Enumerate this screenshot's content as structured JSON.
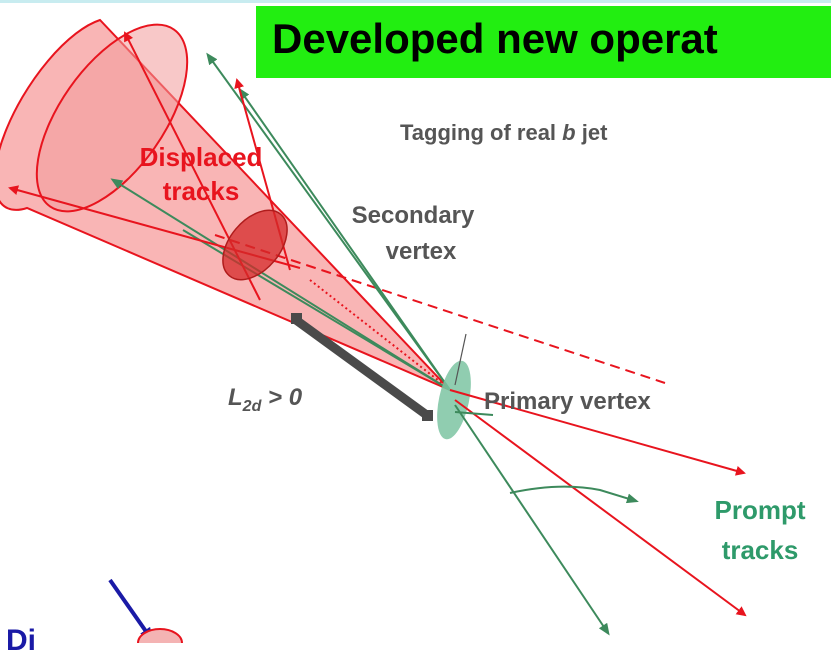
{
  "banner": {
    "text": "Developed new operat"
  },
  "labels": {
    "subtitle": "Tagging of real",
    "subtitle_italic": "b",
    "subtitle_end": "jet",
    "displaced_line1": "Displaced",
    "displaced_line2": "tracks",
    "secondary_line1": "Secondary",
    "secondary_line2": "vertex",
    "primary_vertex": "Primary vertex",
    "l2d_main": "L",
    "l2d_sub": "2d",
    "l2d_rest": " > 0",
    "prompt_line1": "Prompt",
    "prompt_line2": "tracks",
    "bottom_left": "Di"
  },
  "colors": {
    "banner": "#22ee11",
    "cone_fill": "#f8a8a8",
    "track_red": "#e8141e",
    "track_green": "#3d8a5c",
    "vertex_primary": "#7cc4a2",
    "vertex_secondary": "#d42a2a",
    "l2d_arrow": "#4a4a4a",
    "text_gray": "#555555",
    "text_blue": "#1a1aa6"
  }
}
